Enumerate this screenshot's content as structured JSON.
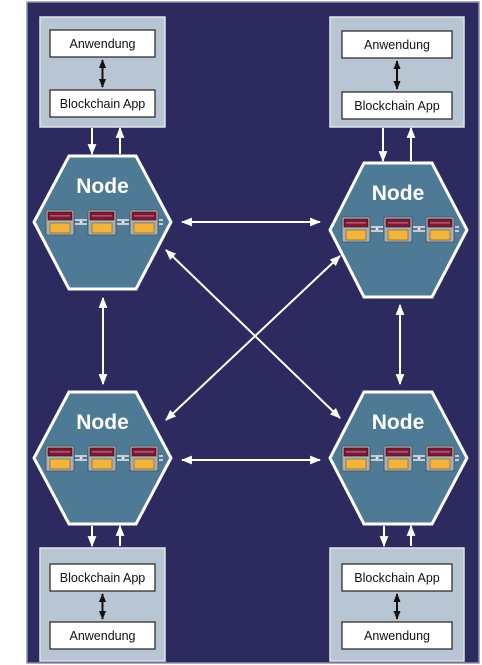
{
  "diagram": {
    "colors": {
      "background": "#2c2a5e",
      "node_fill": "#4f7a95",
      "panel_fill": "#b8c5d2",
      "block_header": "#7b1a35",
      "block_body": "#f1b43c"
    },
    "nodes": {
      "top_left": {
        "label": "Node"
      },
      "top_right": {
        "label": "Node"
      },
      "bottom_left": {
        "label": "Node"
      },
      "bottom_right": {
        "label": "Node"
      }
    },
    "apps": {
      "top_left": {
        "upper": "Anwendung",
        "lower": "Blockchain App"
      },
      "top_right": {
        "upper": "Anwendung",
        "lower": "Blockchain App"
      },
      "bottom_left": {
        "upper": "Blockchain App",
        "lower": "Anwendung"
      },
      "bottom_right": {
        "upper": "Blockchain App",
        "lower": "Anwendung"
      }
    }
  }
}
